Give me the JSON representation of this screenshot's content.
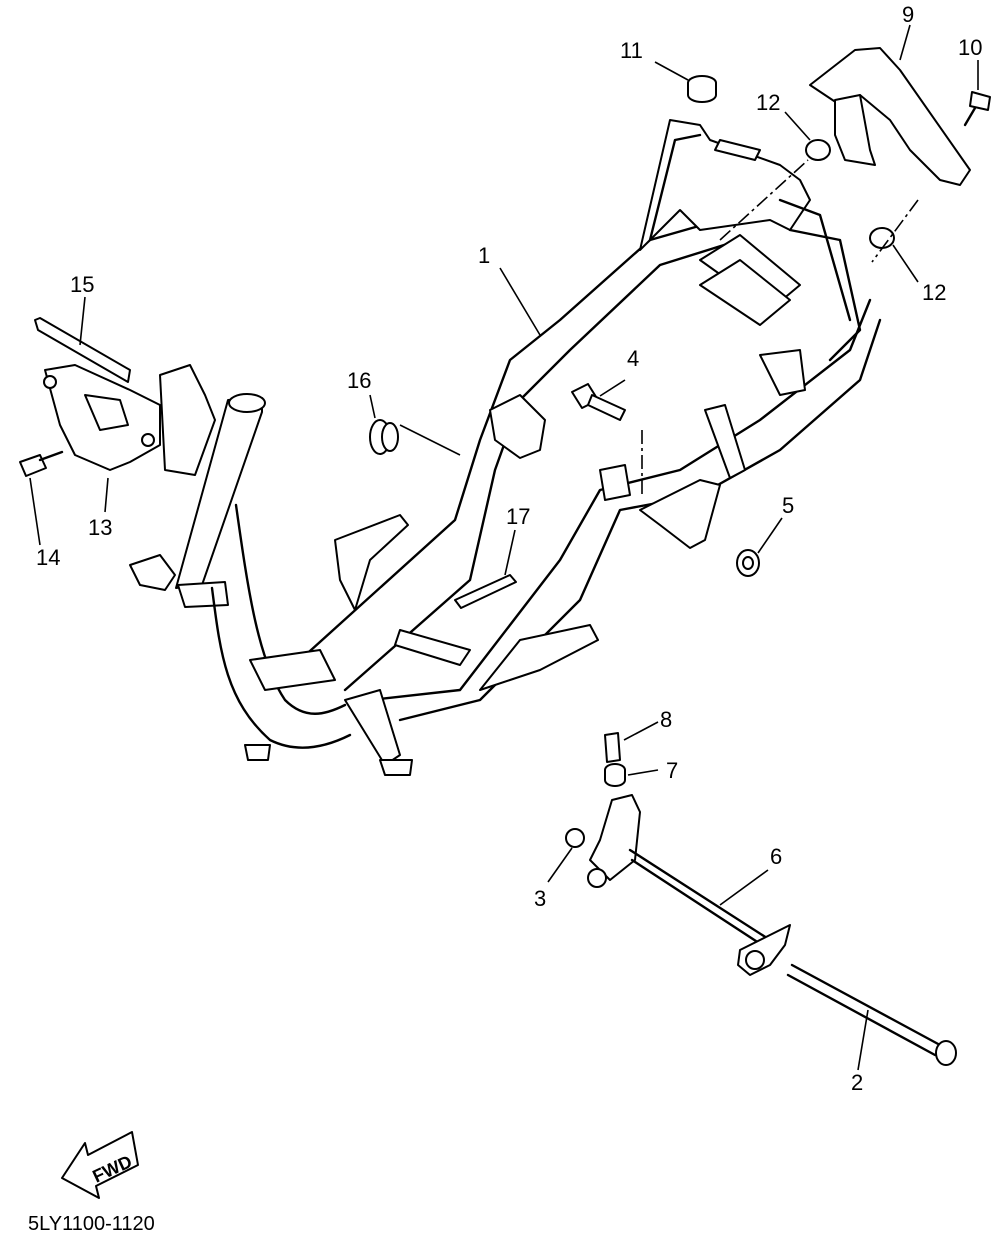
{
  "labels": {
    "p1": "1",
    "p2": "2",
    "p3": "3",
    "p4": "4",
    "p5": "5",
    "p6": "6",
    "p7": "7",
    "p8": "8",
    "p9": "9",
    "p10": "10",
    "p11": "11",
    "p12a": "12",
    "p12b": "12",
    "p13": "13",
    "p14": "14",
    "p15": "15",
    "p16": "16",
    "p17": "17"
  },
  "fwd": "FWD",
  "code": "5LY1100-1120"
}
